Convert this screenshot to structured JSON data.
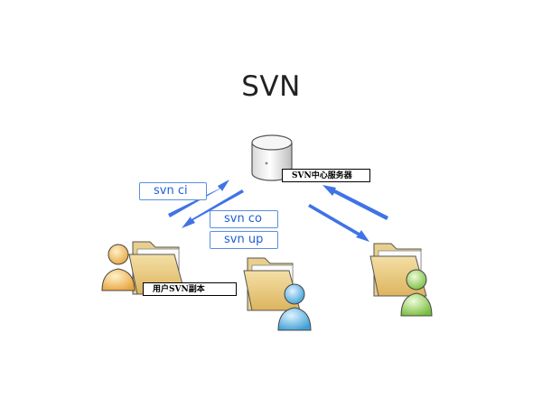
{
  "title": "SVN",
  "commands": {
    "ci": "svn ci",
    "co": "svn co",
    "up": "svn up"
  },
  "labels": {
    "server": "SVN中心服务器",
    "user_copy": "用户SVN副本"
  },
  "colors": {
    "arrow": "#3f73e6",
    "command_text": "#1f5fd6",
    "folder": "#e8c879",
    "user_orange": "#f0b85e",
    "user_blue": "#5fb4e0",
    "user_green": "#8fcc5a"
  },
  "icons": [
    "server-icon",
    "folder-icon",
    "user-icon",
    "arrow-icon"
  ]
}
